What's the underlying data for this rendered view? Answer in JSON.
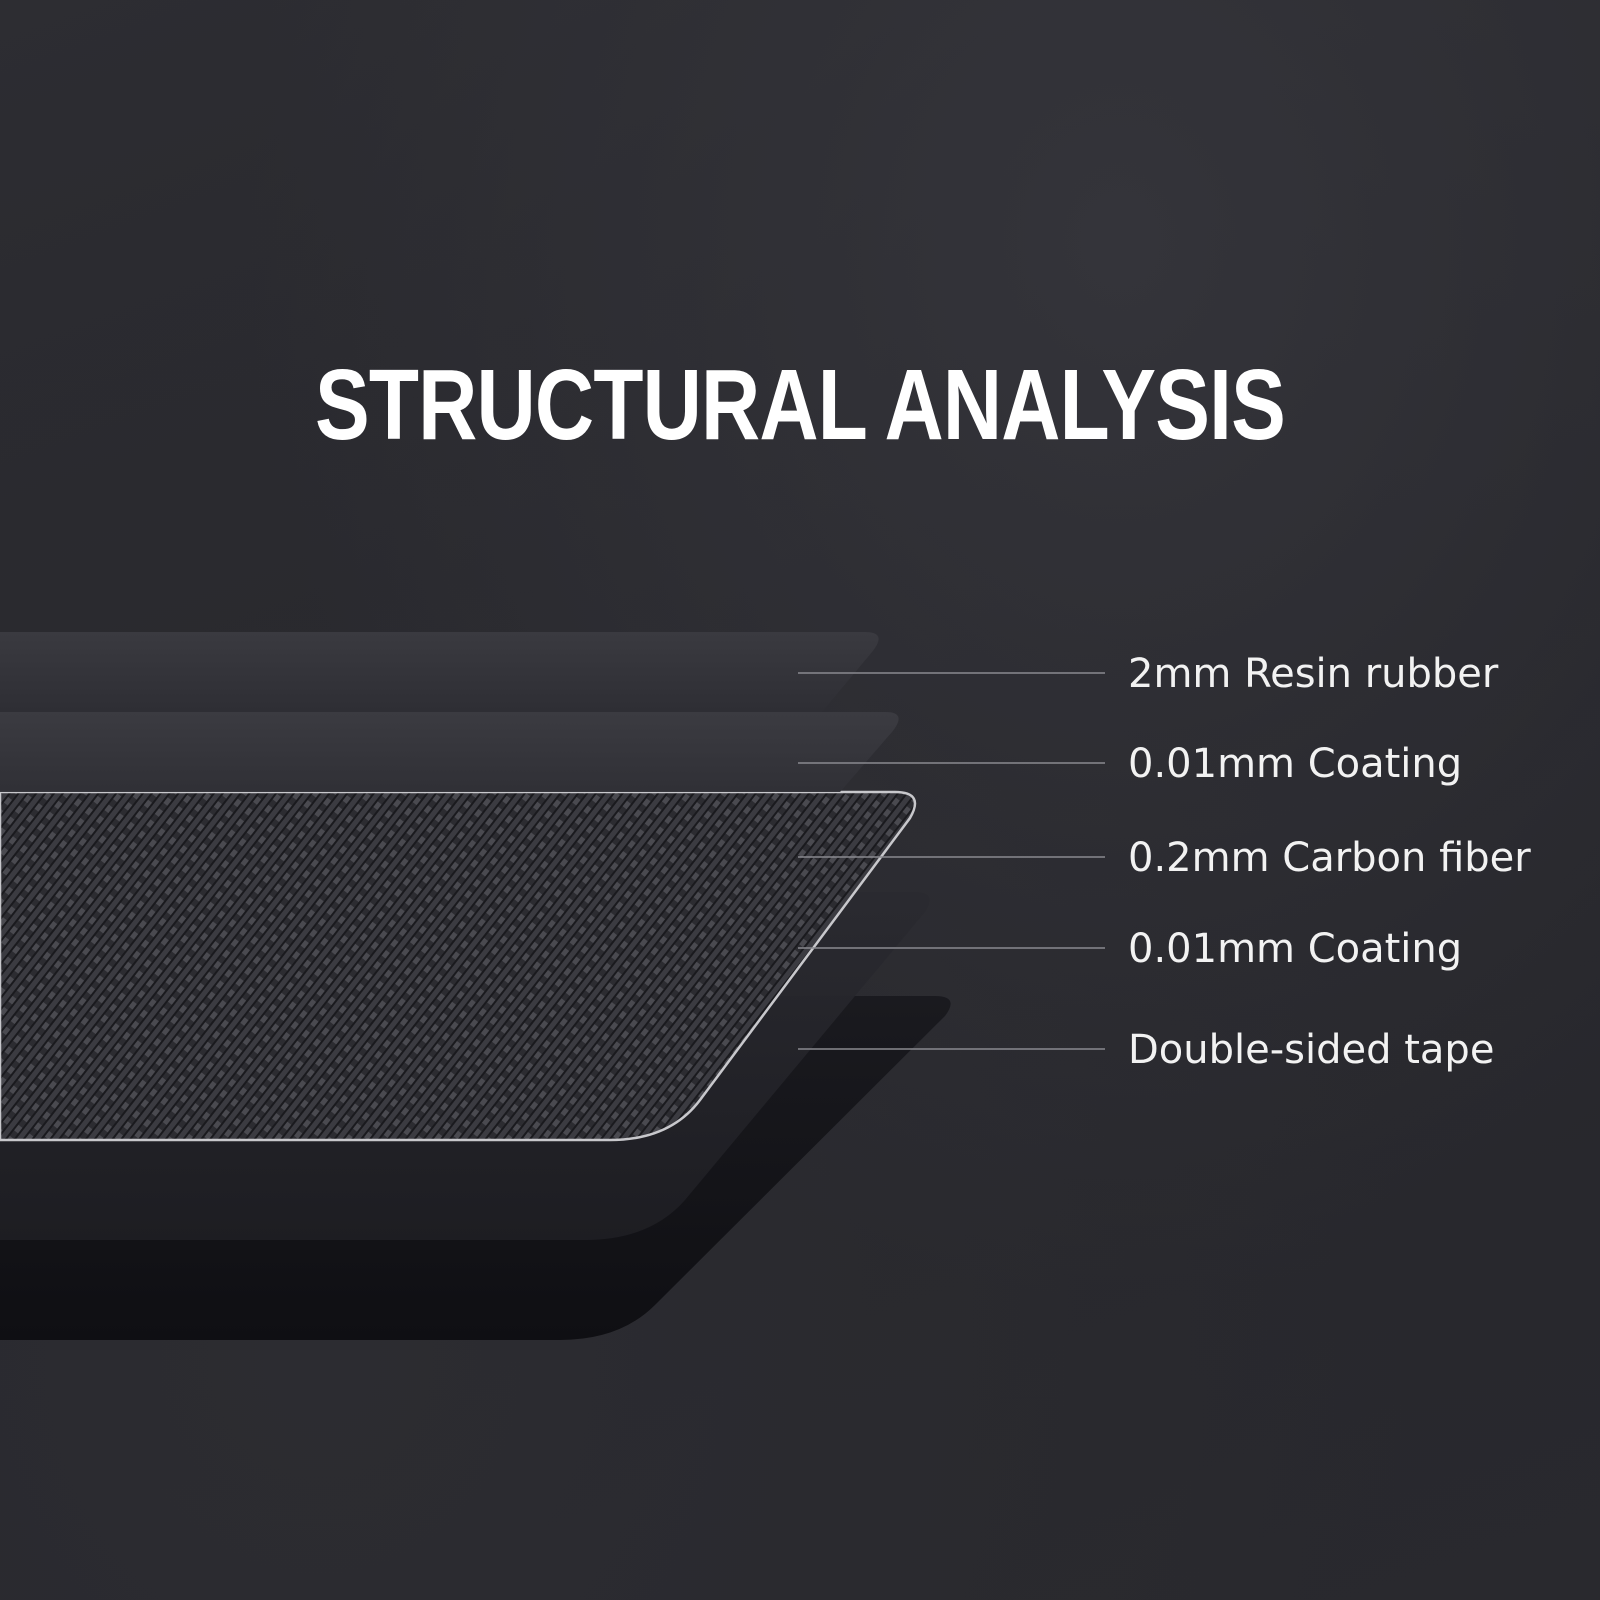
{
  "title": "STRUCTURAL ANALYSIS",
  "layers": [
    {
      "label": "2mm Resin rubber"
    },
    {
      "label": "0.01mm Coating"
    },
    {
      "label": "0.2mm Carbon fiber"
    },
    {
      "label": "0.01mm Coating"
    },
    {
      "label": "Double-sided tape"
    }
  ],
  "colors": {
    "background": "#27272c",
    "title": "#ffffff",
    "label": "#f2f2f2",
    "leader_line": "#8a8a90",
    "tape": "#141418",
    "carbon_fiber": "#1b1b1f"
  }
}
